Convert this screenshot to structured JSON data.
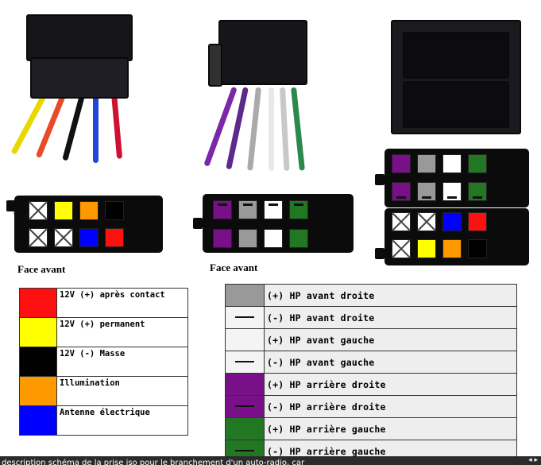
{
  "face_labels": [
    "Face avant",
    "Face avant"
  ],
  "left_connector": {
    "top_row": [
      "x",
      "yellow",
      "orange",
      "black"
    ],
    "bottom_row": [
      "x",
      "x",
      "blue",
      "red"
    ]
  },
  "middle_connector": {
    "top_row": [
      "purple-bar",
      "gray-bar",
      "white-bar",
      "green-bar"
    ],
    "bottom_row": [
      "purple",
      "gray",
      "white",
      "green"
    ]
  },
  "right_connector": {
    "upper_top": [
      "purple",
      "gray",
      "white",
      "green"
    ],
    "upper_bottom": [
      "purple-bar",
      "gray-bar",
      "white-bar",
      "green-bar"
    ],
    "lower_top": [
      "x",
      "x",
      "blue",
      "red"
    ],
    "lower_bottom": [
      "x",
      "yellow",
      "orange",
      "black"
    ]
  },
  "colors": {
    "red": "#ff1010",
    "yellow": "#ffff00",
    "black": "#000000",
    "orange": "#ff9900",
    "blue": "#0000ff",
    "gray": "#999999",
    "white": "#ffffff",
    "purple": "#7a0f8a",
    "green": "#227722"
  },
  "power_legend": [
    {
      "color": "red",
      "label": "12V (+) après contact"
    },
    {
      "color": "yellow",
      "label": "12V (+) permanent"
    },
    {
      "color": "black",
      "label": "12V (-) Masse"
    },
    {
      "color": "orange",
      "label": "Illumination"
    },
    {
      "color": "blue",
      "label": "Antenne électrique"
    }
  ],
  "speaker_legend": [
    {
      "color": "gray",
      "striped": false,
      "label": "(+) HP avant droite"
    },
    {
      "color": "white",
      "striped": true,
      "label": "(-) HP avant droite"
    },
    {
      "color": "white",
      "striped": false,
      "label": "(+) HP avant gauche"
    },
    {
      "color": "white",
      "striped": true,
      "label": "(-) HP avant gauche"
    },
    {
      "color": "purple",
      "striped": false,
      "label": "(+) HP arrière droite"
    },
    {
      "color": "purple",
      "striped": true,
      "label": "(-) HP arrière droite"
    },
    {
      "color": "green",
      "striped": false,
      "label": "(+) HP arrière gauche"
    },
    {
      "color": "green",
      "striped": true,
      "label": "(-) HP arrière gauche"
    }
  ],
  "caption": "description schéma de la prise iso pour le branchement d'un auto-radio, car",
  "caption_icons": "◂ ▸"
}
